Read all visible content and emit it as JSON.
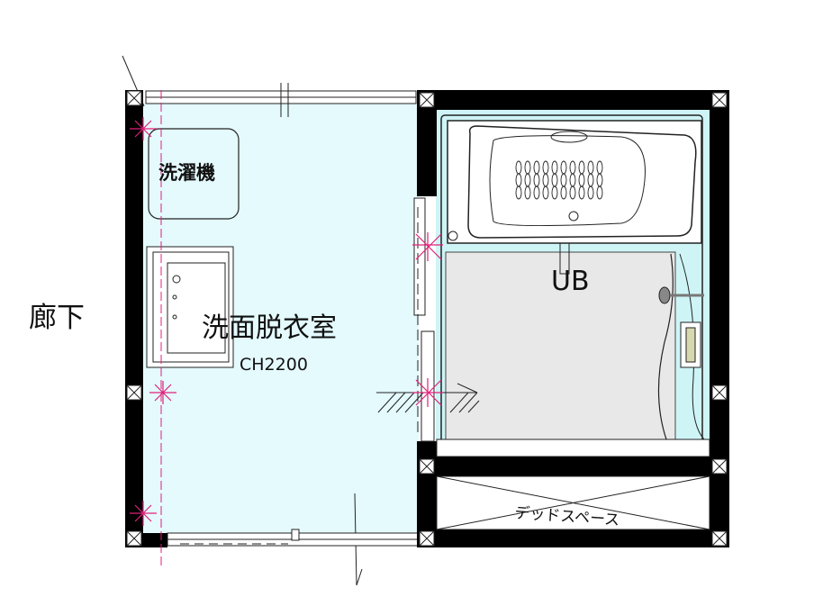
{
  "labels": {
    "hallway": "廊下",
    "washer": "洗濯機",
    "room": "洗面脱衣室",
    "ceiling_height": "CH2200",
    "unit_bath": "UB",
    "dead_space": "デッドスペース"
  },
  "colors": {
    "wall": "#000000",
    "floor_wash_room": "#e4fafd",
    "floor_bath": "#e8e8e8",
    "tile_bath": "#cef4f6",
    "dimension_line": "#e0207a",
    "outline": "#222222"
  },
  "icons": [
    "washing-machine-icon",
    "vanity-sink-icon",
    "bathtub-icon",
    "shower-head-icon",
    "column-x-icon",
    "door-swing-icon"
  ]
}
